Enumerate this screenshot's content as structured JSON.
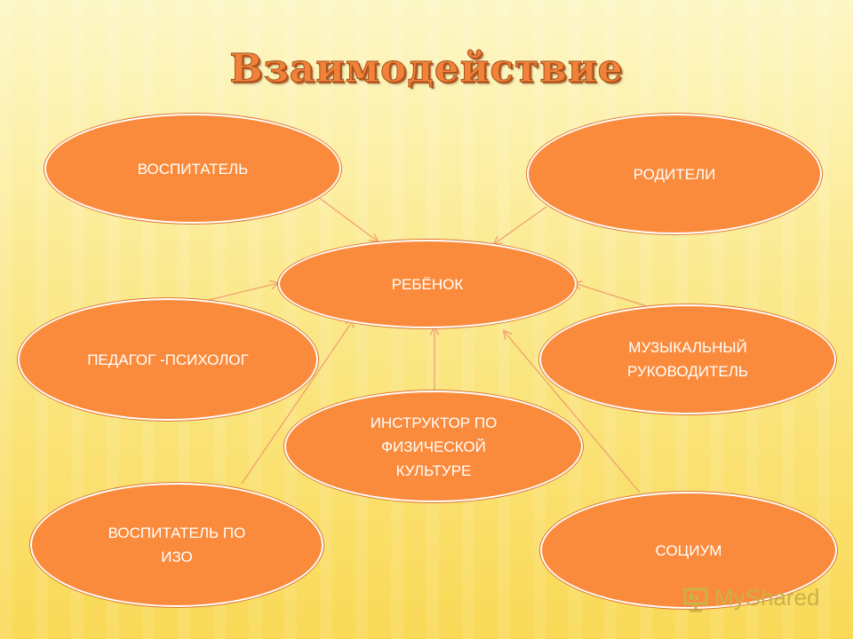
{
  "title": "Взаимодействие",
  "nodes": {
    "center": "РЕБЁНОК",
    "vospitatel": "ВОСПИТАТЕЛЬ",
    "roditeli": "РОДИТЕЛИ",
    "psiholog": "ПЕДАГОГ -ПСИХОЛОГ",
    "muz": "МУЗЫКАЛЬНЫЙ\nРУКОВОДИТЕЛЬ",
    "fiz": "ИНСТРУКТОР ПО\nФИЗИЧЕСКОЙ\nКУЛЬТУРЕ",
    "izo": "ВОСПИТАТЕЛЬ ПО\nИЗО",
    "socium": "СОЦИУМ"
  },
  "logo": {
    "text": "MyShared",
    "icon": "presentation-board-icon"
  },
  "colors": {
    "node_fill": "#fb8b3c",
    "arrow": "#f0a070",
    "title": "#f2823a"
  }
}
